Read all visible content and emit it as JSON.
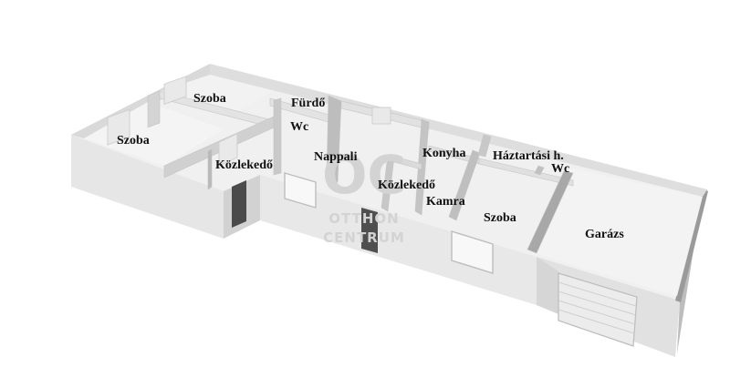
{
  "rooms": [
    {
      "id": "szoba-1",
      "label": "Szoba"
    },
    {
      "id": "szoba-2",
      "label": "Szoba"
    },
    {
      "id": "furdo",
      "label": "Fürdő"
    },
    {
      "id": "wc-1",
      "label": "Wc"
    },
    {
      "id": "kozlekedo-1",
      "label": "Közlekedő"
    },
    {
      "id": "nappali",
      "label": "Nappali"
    },
    {
      "id": "konyha",
      "label": "Konyha"
    },
    {
      "id": "haztartasi",
      "label": "Háztartási h."
    },
    {
      "id": "wc-2",
      "label": "Wc"
    },
    {
      "id": "kozlekedo-2",
      "label": "Közlekedő"
    },
    {
      "id": "kamra",
      "label": "Kamra"
    },
    {
      "id": "szoba-3",
      "label": "Szoba"
    },
    {
      "id": "garazs",
      "label": "Garázs"
    }
  ],
  "watermark": {
    "monogram": "OC",
    "line1": "OTTHON",
    "line2": "CENTRUM"
  },
  "colors": {
    "floor": "#f1f1f1",
    "wall_top": "#fafafa",
    "wall_face": "#dcdcdc",
    "wall_dark": "#a9a9a9",
    "door": "#4a4a4a",
    "watermark": "#d3d3d3"
  }
}
